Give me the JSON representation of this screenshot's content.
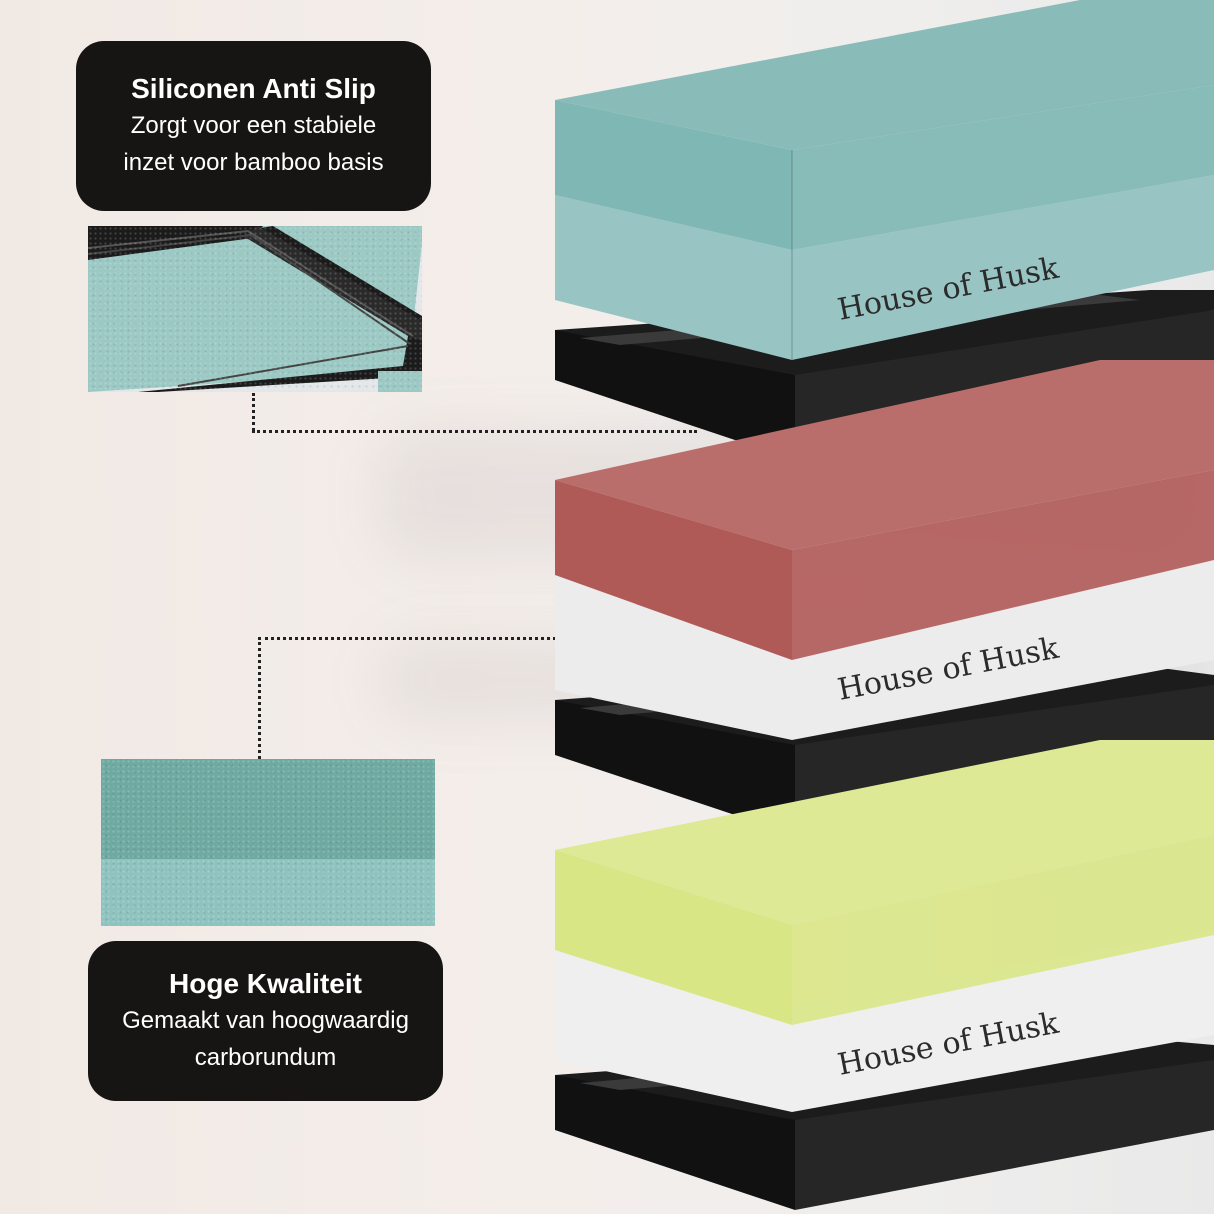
{
  "callouts": {
    "anti_slip": {
      "title": "Siliconen Anti Slip",
      "line1": "Zorgt voor een stabiele",
      "line2": "inzet voor bamboo basis"
    },
    "quality": {
      "title": "Hoge Kwaliteit",
      "line1": "Gemaakt van hoogwaardig",
      "line2": "carborundum"
    }
  },
  "stones": [
    {
      "brand": "House of Husk",
      "top_color": "#7fb7b4",
      "base_color": "#98c4c4"
    },
    {
      "brand": "House of Husk",
      "top_color": "#b05a58",
      "base_color": "#ececec"
    },
    {
      "brand": "House of Husk",
      "top_color": "#d9e686",
      "base_color": "#efefef"
    }
  ],
  "colors": {
    "callout_bg": "#171414",
    "frame": "#1c1c1c"
  }
}
